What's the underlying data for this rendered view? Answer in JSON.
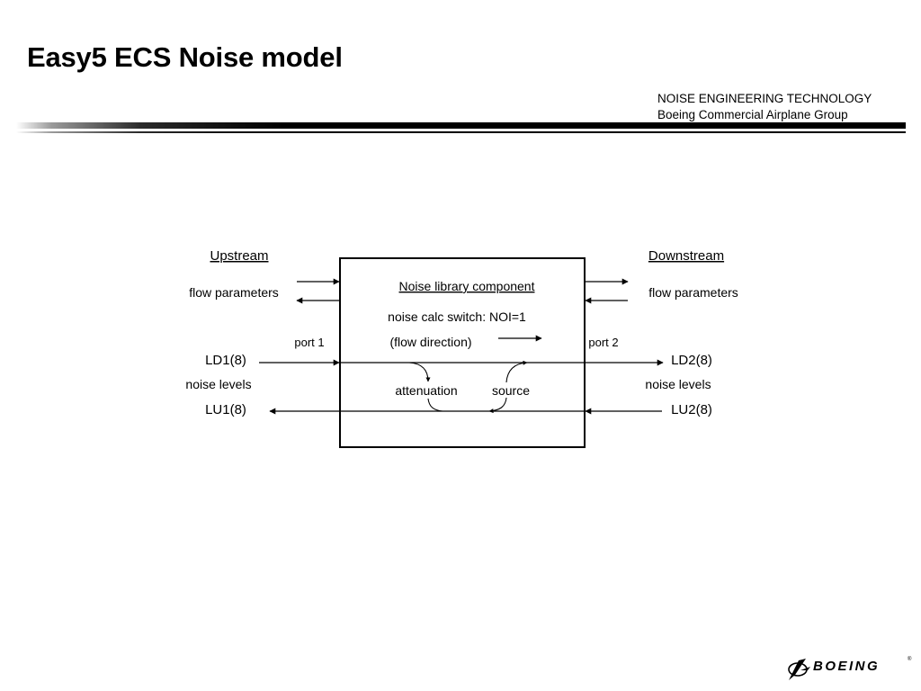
{
  "slide": {
    "title": "Easy5 ECS Noise model",
    "org_line1": "NOISE ENGINEERING TECHNOLOGY",
    "org_line2": "Boeing Commercial Airplane Group"
  },
  "diagram": {
    "upstream": "Upstream",
    "downstream": "Downstream",
    "flow_params_left": "flow parameters",
    "flow_params_right": "flow parameters",
    "component_title": "Noise library component",
    "switch_text": "noise calc switch: NOI=1",
    "flow_direction": "(flow direction)",
    "port1": "port 1",
    "port2": "port 2",
    "ld1": "LD1(8)",
    "ld2": "LD2(8)",
    "lu1": "LU1(8)",
    "lu2": "LU2(8)",
    "noise_levels_left": "noise levels",
    "noise_levels_right": "noise levels",
    "attenuation": "attenuation",
    "source": "source"
  },
  "logo": {
    "wordmark": "BOEING",
    "registered": "®",
    "icon": "boeing-symbol-icon"
  }
}
